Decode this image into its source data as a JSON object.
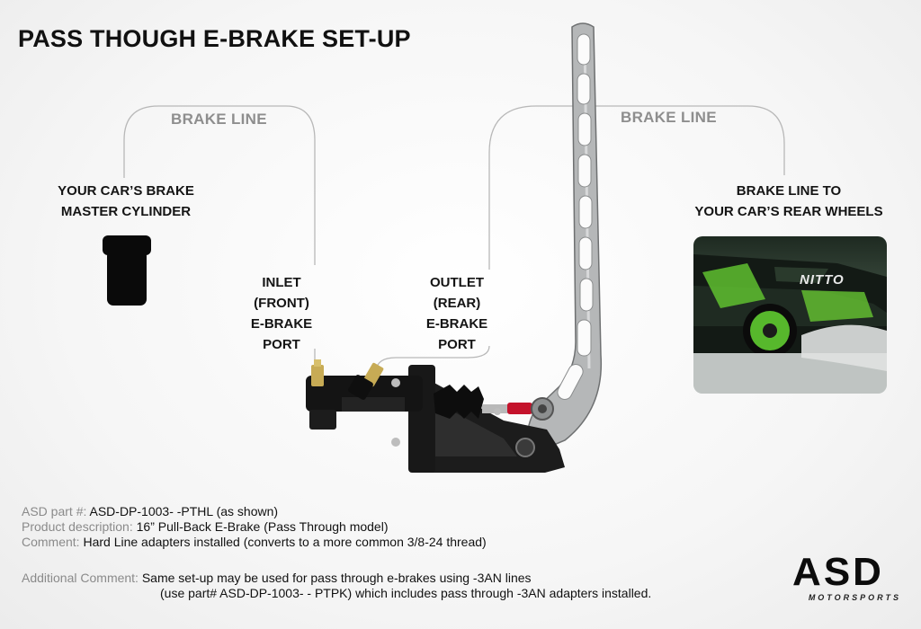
{
  "title": "PASS THOUGH E-BRAKE SET-UP",
  "labels": {
    "brake_line_left": "BRAKE LINE",
    "brake_line_right": "BRAKE LINE",
    "master_cylinder": [
      "YOUR CAR’S BRAKE",
      "MASTER CYLINDER"
    ],
    "rear_wheels": [
      "BRAKE LINE TO",
      "YOUR CAR’S REAR WHEELS"
    ],
    "inlet": [
      "INLET",
      "(FRONT)",
      "E-BRAKE",
      "PORT"
    ],
    "outlet": [
      "OUTLET",
      "(REAR)",
      "E-BRAKE",
      "PORT"
    ]
  },
  "info": {
    "part_key": "ASD part #:",
    "part_value": " ASD-DP-1003-  -PTHL (as shown)",
    "desc_key": "Product description:",
    "desc_value": " 16” Pull-Back E-Brake (Pass Through model)",
    "comment_key": "Comment:",
    "comment_value": " Hard Line adapters installed (converts to a more common 3/8-24 thread)",
    "add_key": "Additional Comment:",
    "add_value": " Same set-up may be used for pass through e-brakes using -3AN lines",
    "add_value2": "(use part# ASD-DP-1003-  - PTPK) which includes pass through -3AN adapters installed."
  },
  "logo": {
    "main": "ASD",
    "sub": "MOTORSPORTS"
  },
  "photo_text": "NITTO",
  "colors": {
    "accent_green": "#7ad43a",
    "line_gray": "#b5b5b5",
    "label_gray": "#8e8e8e"
  }
}
